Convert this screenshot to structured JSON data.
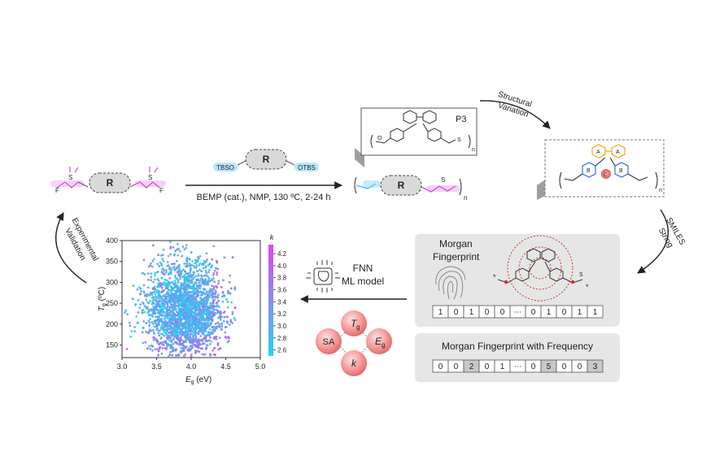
{
  "reaction": {
    "monomer_core": "R",
    "silyl_core": "R",
    "tbso": "TBSO",
    "otbs": "OTBS",
    "conditions": "BEMP (cat.), NMP, 130 ºC, 2-24 h",
    "product_core": "R",
    "subscript_n": "n",
    "s_atom": "S",
    "f_atom": "F"
  },
  "p3": {
    "label": "P3",
    "subscript_n": "n"
  },
  "variation": {
    "arrow_label_1": "Structural",
    "arrow_label_2": "Variation",
    "ring_a": "A",
    "ring_b": "B",
    "ring_c": "C",
    "subscript_n": "n"
  },
  "smiles": {
    "line1": "SMILES",
    "line2": "String"
  },
  "fingerprint": {
    "title_line1": "Morgan",
    "title_line2": "Fingerprint",
    "bits": [
      "1",
      "0",
      "1",
      "0",
      "0",
      "⋯",
      "0",
      "1",
      "0",
      "1",
      "1"
    ],
    "freq_title": "Morgan Fingerprint with Frequency",
    "freq_bits": [
      "0",
      "0",
      "2",
      "0",
      "1",
      "⋯",
      "0",
      "5",
      "0",
      "0",
      "3"
    ],
    "freq_highlight": [
      2,
      7,
      10
    ]
  },
  "model": {
    "line1": "FNN",
    "line2": "ML model"
  },
  "targets": {
    "top": "T",
    "top_sub": "g",
    "left": "SA",
    "right": "E",
    "right_sub": "g",
    "bottom": "k"
  },
  "validation": {
    "line1": "Experimental",
    "line2": "Validation"
  },
  "chart_data": {
    "type": "scatter",
    "xlabel": "E",
    "xlabel_sub": "g",
    "xlabel_unit": " (eV)",
    "ylabel": "T",
    "ylabel_sub": "g",
    "ylabel_unit": " (ºC)",
    "xlim": [
      3.0,
      5.0
    ],
    "ylim": [
      120,
      400
    ],
    "xticks": [
      "3.0",
      "3.5",
      "4.0",
      "4.5",
      "5.0"
    ],
    "yticks": [
      "150",
      "200",
      "250",
      "300",
      "350",
      "400"
    ],
    "colorbar_label": "k",
    "colorbar_range": [
      2.5,
      4.35
    ],
    "colorbar_ticks": [
      "2.6",
      "2.8",
      "3.0",
      "3.2",
      "3.4",
      "3.6",
      "3.8",
      "4.0",
      "4.2"
    ],
    "colors": {
      "low": "#22d3ee",
      "high": "#d946ef"
    },
    "point_density_center": {
      "x": 3.9,
      "y": 215
    }
  }
}
